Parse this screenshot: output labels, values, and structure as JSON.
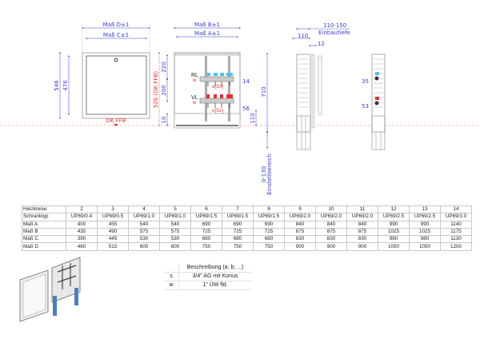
{
  "drawing": {
    "front": {
      "dim_d": "Maß D±1",
      "dim_c": "Maß C±1",
      "h_outer": "546",
      "h_inner": "476",
      "floor": "OK FFB"
    },
    "open": {
      "dim_b": "Maß B±1",
      "dim_a": "Maß A±1",
      "h_total": "526 (OK FFB)",
      "h_220": "220",
      "h_200": "200",
      "h_10": "10",
      "rl": "RL",
      "vl": "VL",
      "w": "w",
      "s5": "s(5x)",
      "d14": "14",
      "d56": "56",
      "d110": "110",
      "d710": "710",
      "adjust": "0-130",
      "adjust_label": "Einstellbereich"
    },
    "side": {
      "depth_range": "110-150",
      "depth_label": "Einbautiefe",
      "depth": "110",
      "d12": "12"
    },
    "right": {
      "d35": "35",
      "d53": "53"
    }
  },
  "spec_table": {
    "rows": [
      {
        "label": "Heizkreise",
        "values": [
          "2",
          "3",
          "4",
          "5",
          "6",
          "7",
          "8",
          "9",
          "10",
          "11",
          "12",
          "13",
          "14"
        ]
      },
      {
        "label": "Schranktyp",
        "values": [
          "UP69/0.4",
          "UP69/0.5",
          "UP69/1.0",
          "UP69/1.0",
          "UP69/1.5",
          "UP69/1.5",
          "UP69/1.5",
          "UP69/2.0",
          "UP69/2.0",
          "UP69/2.0",
          "UP69/2.5",
          "UP69/2.5",
          "UP69/3.0"
        ]
      },
      {
        "label": "Maß A",
        "values": [
          "400",
          "455",
          "540",
          "540",
          "690",
          "690",
          "690",
          "840",
          "840",
          "840",
          "990",
          "990",
          "1140"
        ]
      },
      {
        "label": "Maß B",
        "values": [
          "435",
          "490",
          "575",
          "575",
          "725",
          "725",
          "725",
          "875",
          "875",
          "875",
          "1025",
          "1025",
          "1175"
        ]
      },
      {
        "label": "Maß C",
        "values": [
          "390",
          "445",
          "530",
          "530",
          "680",
          "680",
          "680",
          "830",
          "830",
          "830",
          "980",
          "980",
          "1130"
        ]
      },
      {
        "label": "Maß D",
        "values": [
          "460",
          "515",
          "600",
          "600",
          "750",
          "750",
          "750",
          "900",
          "900",
          "900",
          "1050",
          "1050",
          "1200"
        ]
      }
    ]
  },
  "desc_table": {
    "header": "Beschreibung (a; b; ...)",
    "rows": [
      {
        "key": "s",
        "value": "3/4\" AG mit Konus"
      },
      {
        "key": "w",
        "value": "1\" ÜW fld."
      }
    ]
  },
  "colors": {
    "dimension": "#3b3bc8",
    "reference": "#e03030",
    "supply": "#e03030",
    "return": "#4fc3e8"
  }
}
